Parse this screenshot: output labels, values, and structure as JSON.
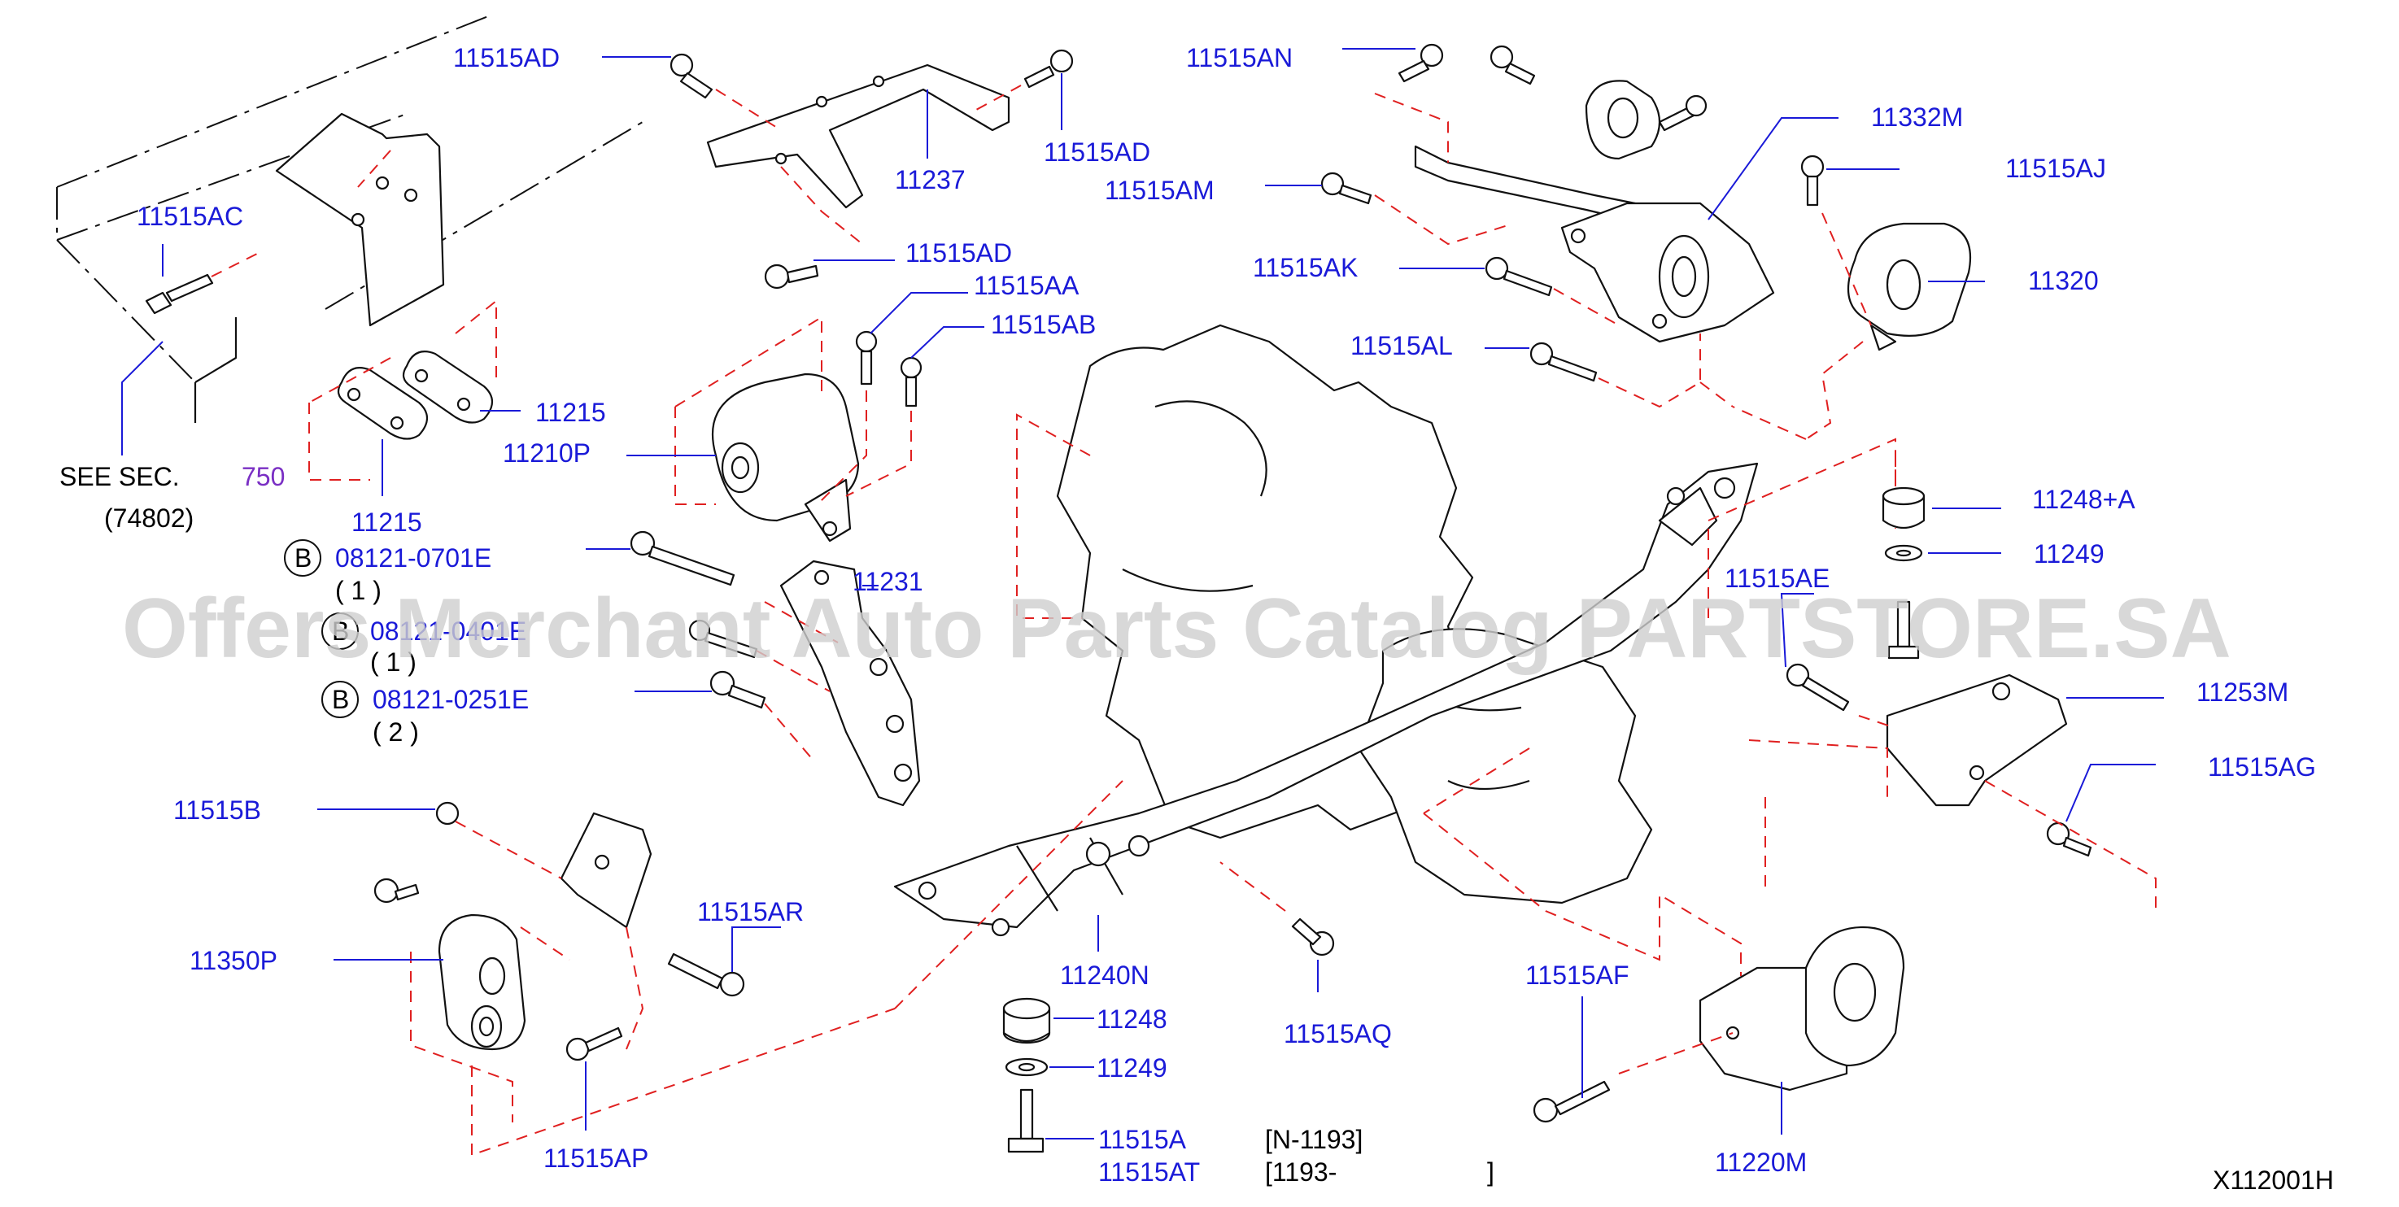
{
  "parts": {
    "p_11515AD_a": "11515AD",
    "p_11237": "11237",
    "p_11515AD_b": "11515AD",
    "p_11515AD_c": "11515AD",
    "p_11515AA": "11515AA",
    "p_11515AB": "11515AB",
    "p_11515AC": "11515AC",
    "p_11215_a": "11215",
    "p_11215_b": "11215",
    "p_11210P": "11210P",
    "p_11231": "11231",
    "p_11515AN": "11515AN",
    "p_11515AM": "11515AM",
    "p_11515AK": "11515AK",
    "p_11515AL": "11515AL",
    "p_11332M": "11332M",
    "p_11515AJ": "11515AJ",
    "p_11320": "11320",
    "p_11248A": "11248+A",
    "p_11249_a": "11249",
    "p_11515AE": "11515AE",
    "p_11253M": "11253M",
    "p_11515AG": "11515AG",
    "p_11515B": "11515B",
    "p_11350P": "11350P",
    "p_11515AR": "11515AR",
    "p_11515AP": "11515AP",
    "p_11240N": "11240N",
    "p_11515AQ": "11515AQ",
    "p_11248": "11248",
    "p_11249_b": "11249",
    "p_11515A": "11515A",
    "p_11515AT": "11515AT",
    "p_11515AF": "11515AF",
    "p_11220M": "11220M",
    "p_B1": "08121-0701E",
    "p_B2": "08121-0401E",
    "p_B3": "08121-0251E"
  },
  "qty": {
    "q1": "( 1 )",
    "q2": "( 1 )",
    "q3": "( 2 )"
  },
  "circle_letter": "B",
  "see_sec": {
    "label": "SEE  SEC.",
    "num": "750",
    "ref": "(74802)"
  },
  "notes": {
    "n1": "[N-1193]",
    "n2": "[1193-",
    "n2_end": "]"
  },
  "diagram_code": "X112001H",
  "watermark": "Offers Merchant Auto Parts Catalog PARTSTORE.SA",
  "colors": {
    "label_blue": "#1a1ad8",
    "dashed_red": "#e02020",
    "ink": "#111111",
    "purple": "#7a2fc4"
  }
}
